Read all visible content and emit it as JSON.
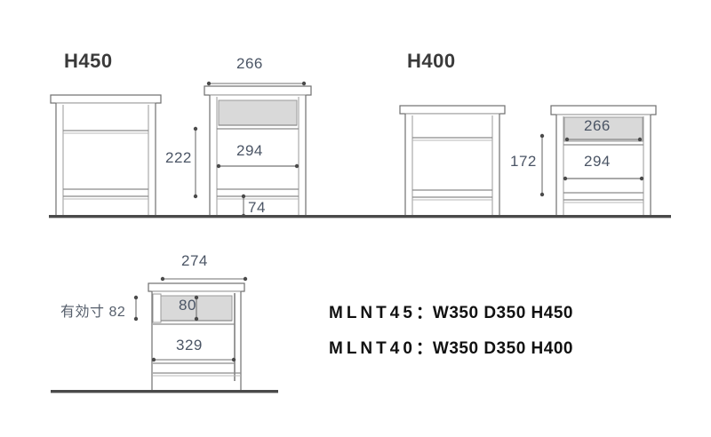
{
  "sections": [
    {
      "id": "h450",
      "title": "H450"
    },
    {
      "id": "h400",
      "title": "H400"
    }
  ],
  "dimensions": {
    "h450_width_top": "266",
    "h450_height_side": "222",
    "h450_inner_width": "294",
    "h450_bottom_height": "74",
    "h400_height_side": "172",
    "h400_drawer_width": "266",
    "h400_inner_width": "294",
    "plan_width_top": "274",
    "plan_effective_label": "有効寸 82",
    "plan_drawer_depth": "80",
    "plan_inner_depth": "329"
  },
  "specs": [
    {
      "code": "MLNT45",
      "separator": "：",
      "value": "W350 D350 H450"
    },
    {
      "code": "MLNT40",
      "separator": "：",
      "value": "W350 D350 H400"
    }
  ],
  "colors": {
    "drawer_fill": "#d9d9d9",
    "line_dark": "#4a4a4a",
    "line_mid": "#8a8a8a",
    "line_light": "#b8b8b8",
    "dimension_text": "#4b5565",
    "title_text": "#3a3a3a",
    "spec_text": "#111111",
    "floor": "#4a4a4a",
    "background": "#ffffff"
  }
}
